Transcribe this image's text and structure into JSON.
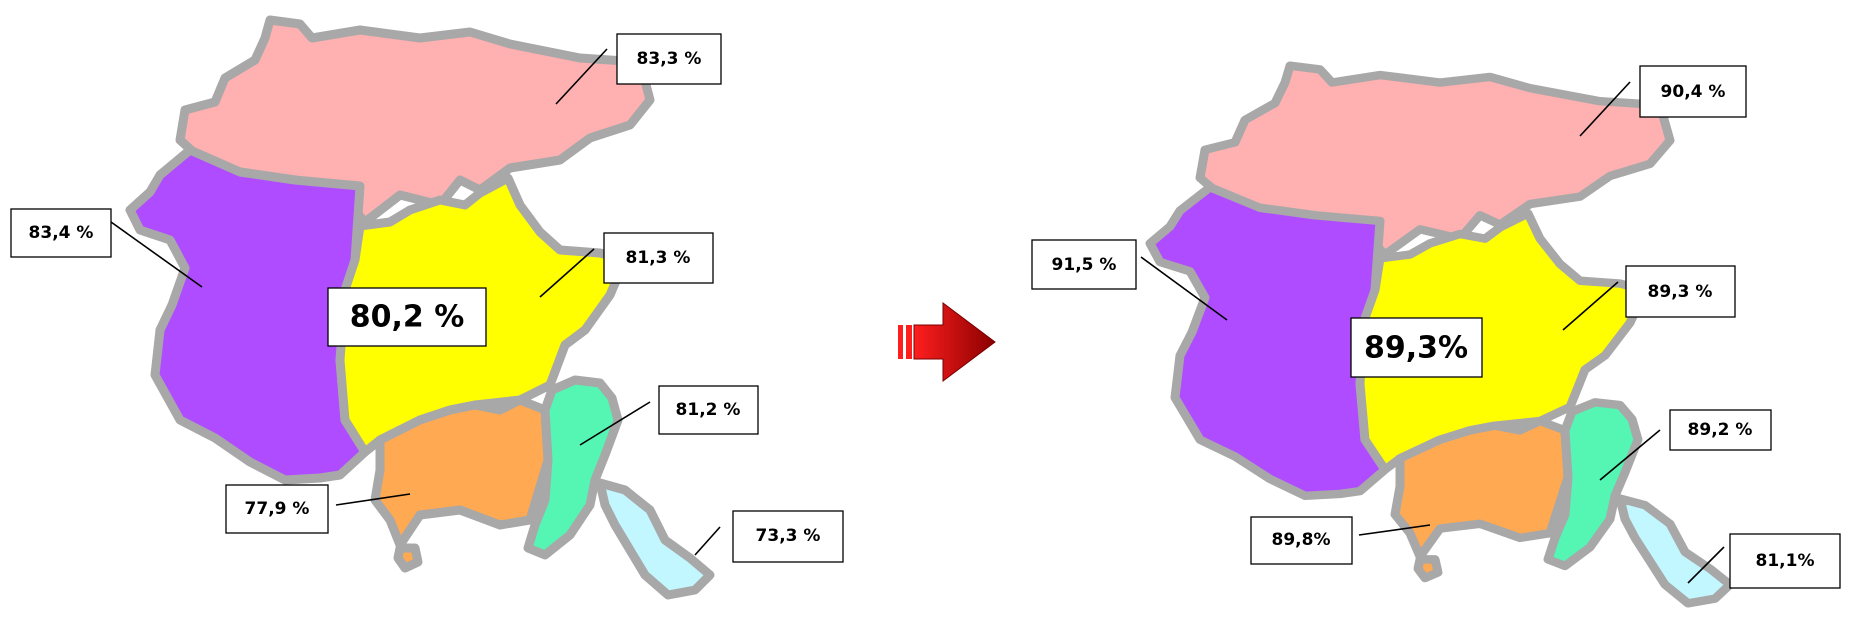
{
  "colors": {
    "north": "#ffb0b0",
    "west": "#b04cff",
    "center": "#ffff00",
    "south_orange": "#ffa953",
    "south_green": "#55f5b4",
    "coast": "#c2f7ff",
    "border": "#a8a8a8",
    "arrow_start": "#ff1e1e",
    "arrow_end": "#8a0000"
  },
  "maps": [
    {
      "overall": "80,2 %",
      "regions": {
        "north": "83,3 %",
        "west": "83,4 %",
        "center": "81,3 %",
        "east": "81,2 %",
        "south": "77,9 %",
        "coast": "73,3 %"
      }
    },
    {
      "overall": "89,3%",
      "regions": {
        "north": "90,4 %",
        "west": "91,5 %",
        "center": "89,3 %",
        "east": "89,2 %",
        "south": "89,8%",
        "coast": "81,1%"
      }
    }
  ],
  "arrow_icon": "right-arrow-icon"
}
